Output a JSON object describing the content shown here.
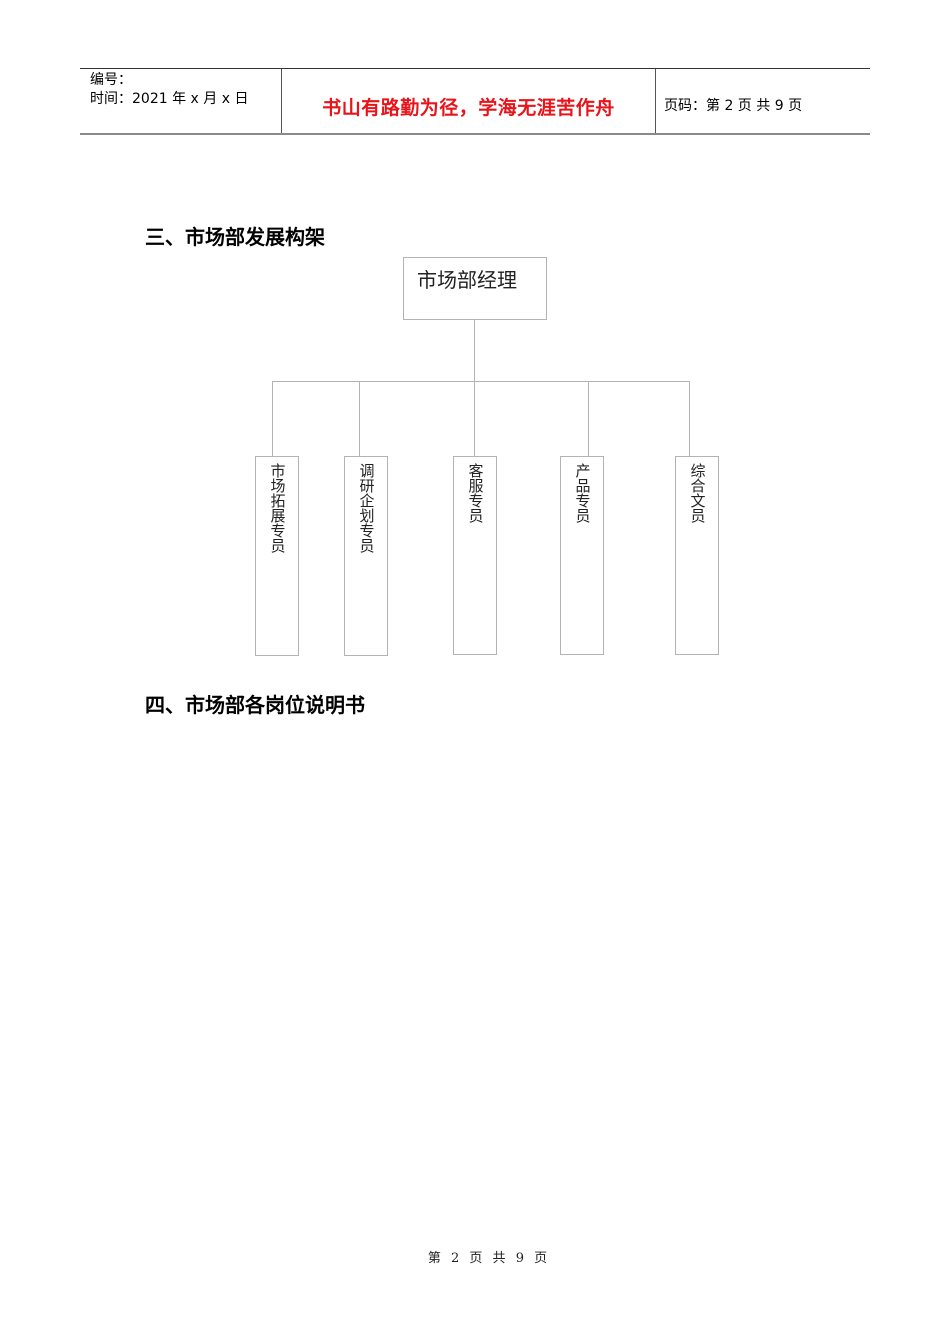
{
  "header": {
    "number_label": "编号：",
    "date_label": "时间：2021 年 x 月 x 日",
    "motto": "书山有路勤为径，学海无涯苦作舟",
    "motto_color": "#e8141a",
    "page_info": "页码：第 2 页  共 9 页"
  },
  "sections": [
    {
      "title": "三、市场部发展构架"
    },
    {
      "title": "四、市场部各岗位说明书"
    }
  ],
  "org_chart": {
    "root": {
      "label": "市场部经理"
    },
    "children": [
      {
        "label": "市场拓展专员"
      },
      {
        "label": "调研企划专员"
      },
      {
        "label": "客服专员"
      },
      {
        "label": "产品专员"
      },
      {
        "label": "综合文员"
      }
    ]
  },
  "footer": {
    "page_text": "第 2 页 共 9 页",
    "current_page": 2,
    "total_pages": 9
  }
}
